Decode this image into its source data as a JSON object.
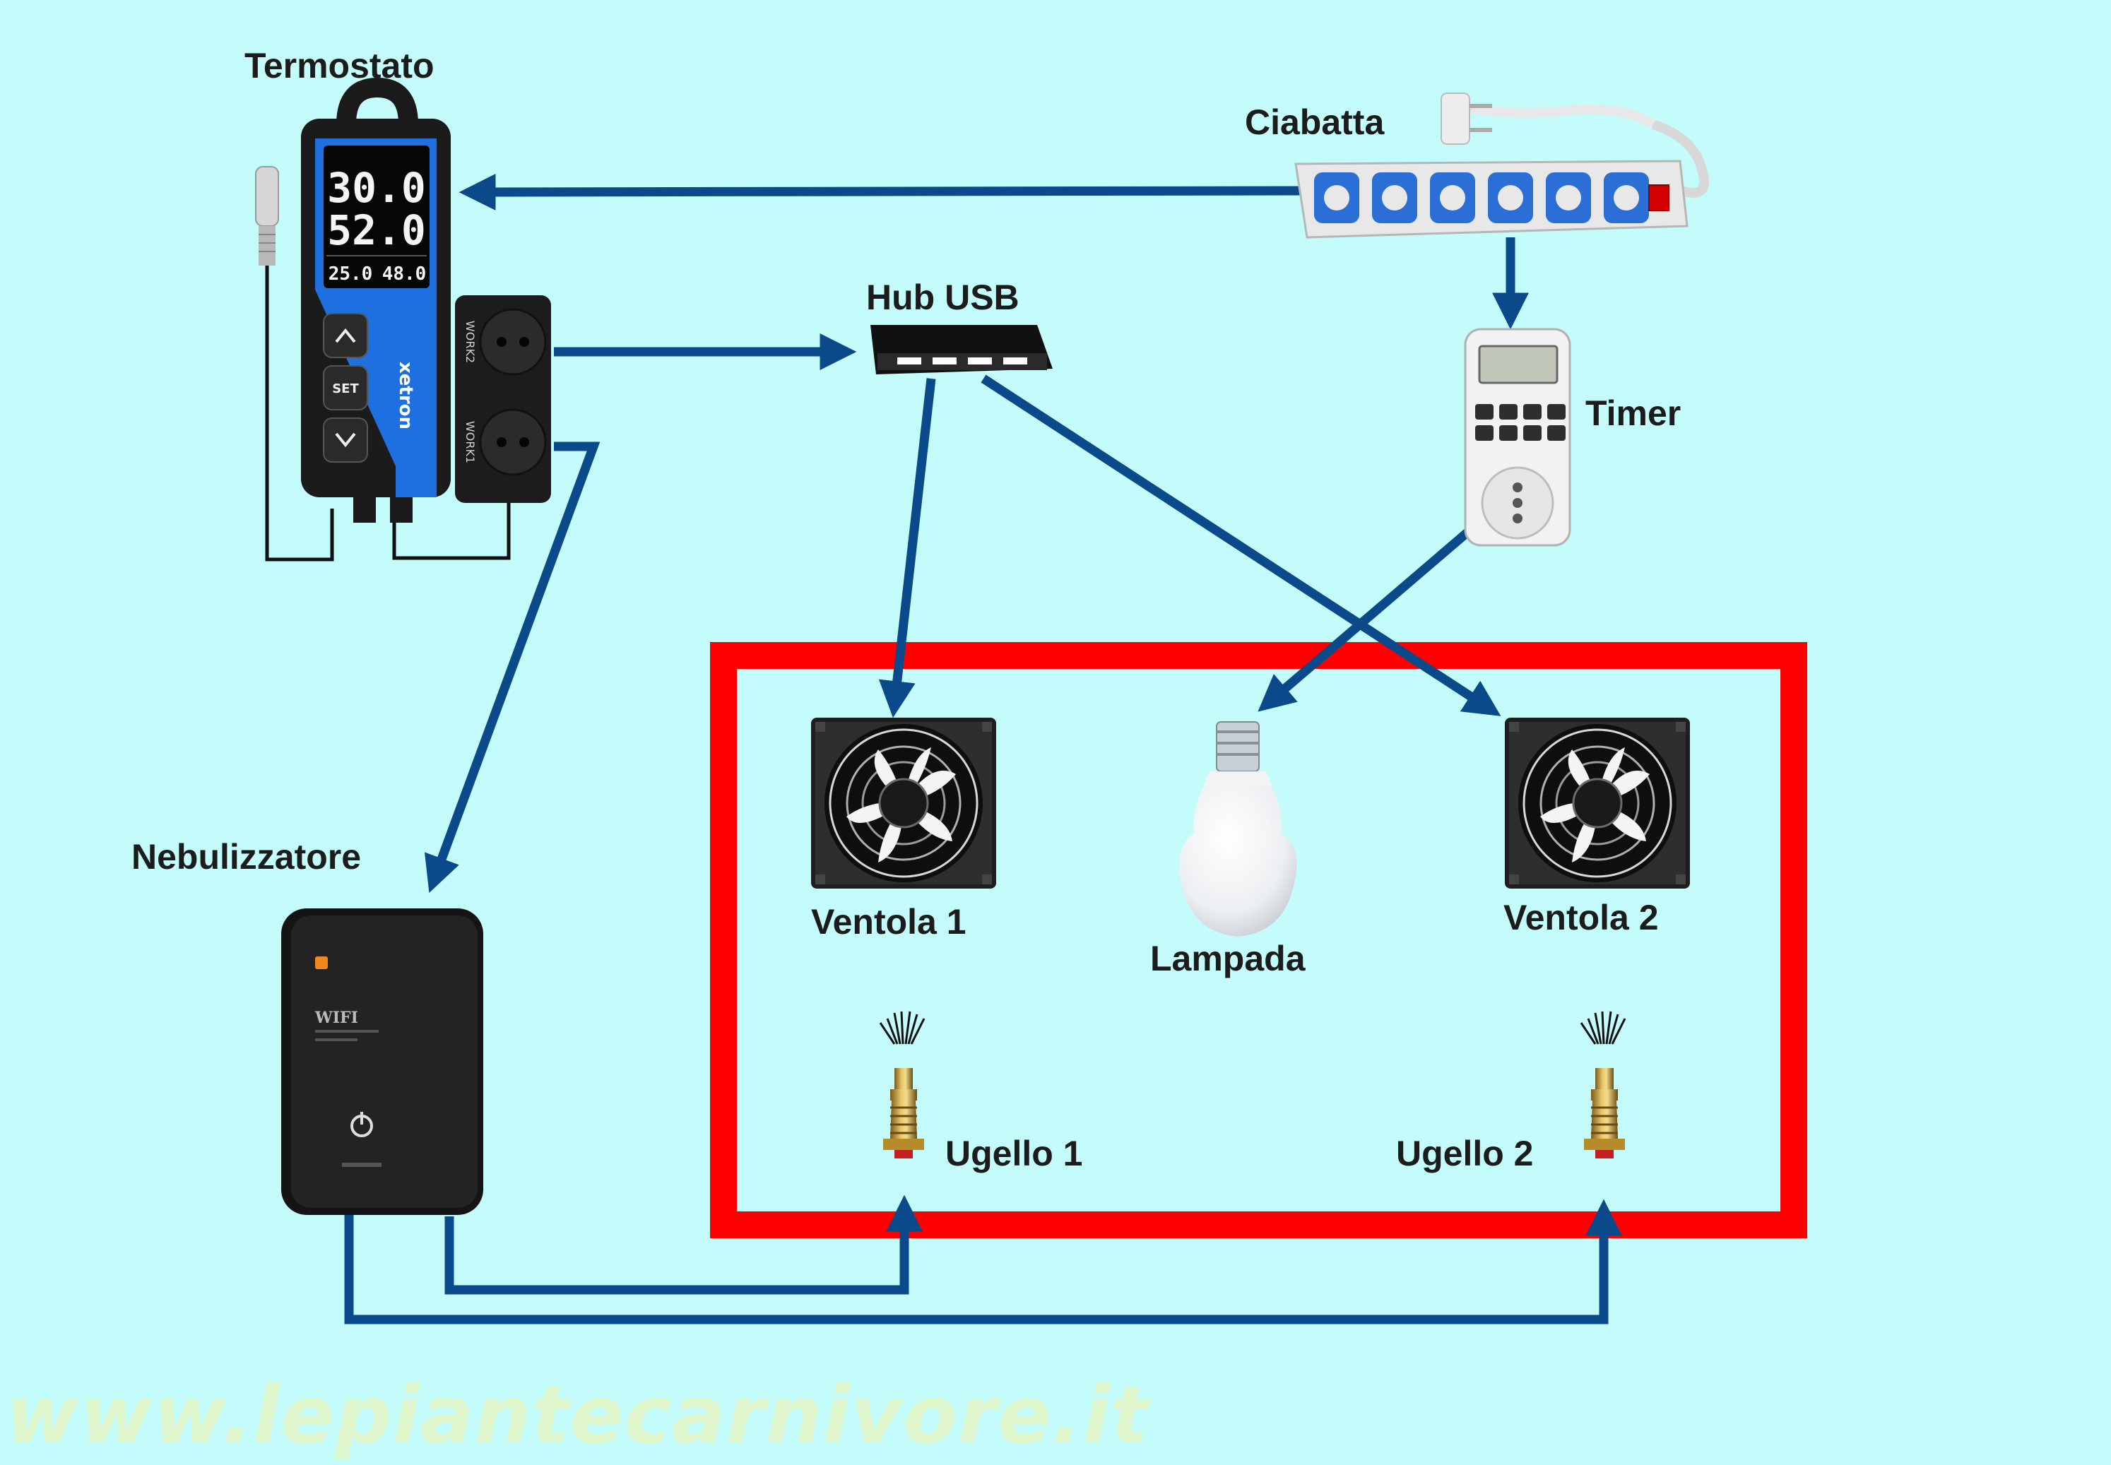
{
  "labels": {
    "termostato": "Termostato",
    "ciabatta": "Ciabatta",
    "hub_usb": "Hub USB",
    "timer": "Timer",
    "nebulizzatore": "Nebulizzatore",
    "ventola1": "Ventola 1",
    "ventola2": "Ventola 2",
    "lampada": "Lampada",
    "ugello1": "Ugello 1",
    "ugello2": "Ugello 2"
  },
  "thermostat_display": {
    "temperature": "30.0",
    "humidity": "52.0",
    "set_temp": "25.0",
    "set_humidity": "48.0",
    "brand": "xetron",
    "set_button": "SET",
    "socket1": "WORK2",
    "socket2": "WORK1"
  },
  "nebulizer_panel": {
    "wifi": "WIFI"
  },
  "watermark": "www.lepiantecarnivore.it",
  "colors": {
    "background": "#c4fcfc",
    "arrow": "#0a4a8a",
    "enclosure": "#ff0000",
    "label": "#1c1c1c",
    "watermark": "#e6f6c4"
  }
}
